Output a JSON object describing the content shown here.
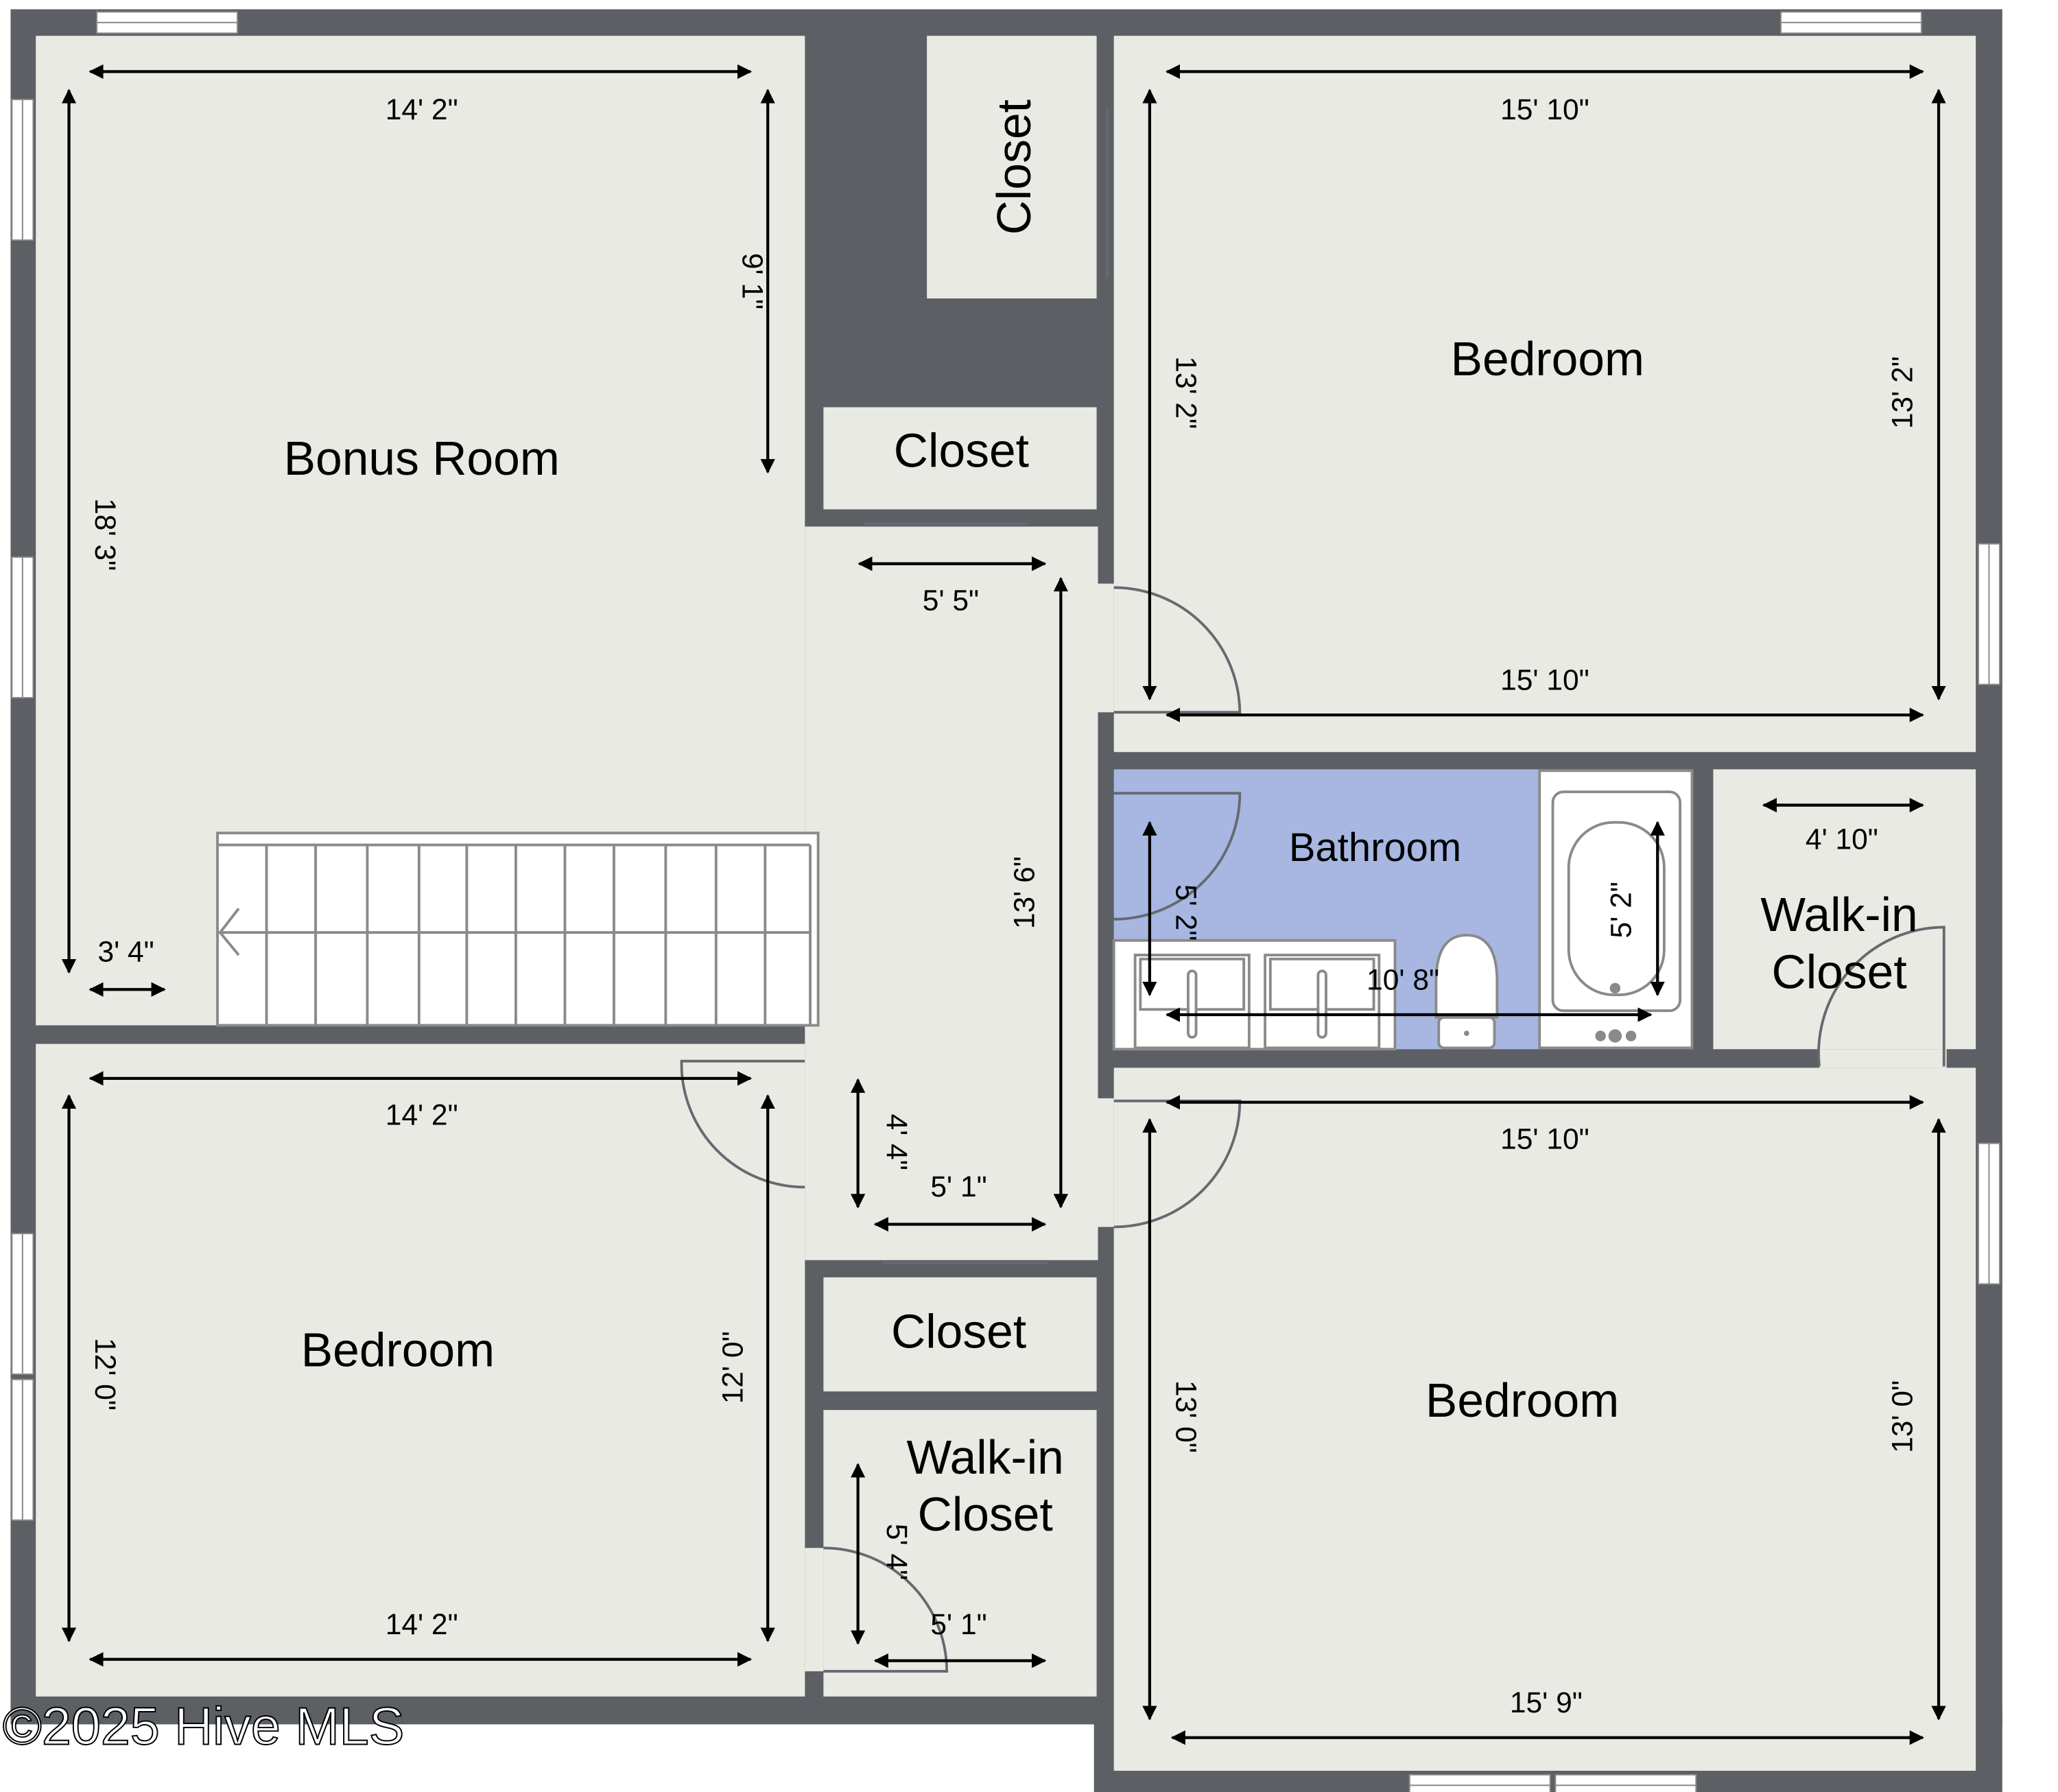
{
  "plan": {
    "watermark": "©2025 Hive MLS",
    "colors": {
      "wall": "#5c5f64",
      "floor": "#eaeae4",
      "bathroom": "#a7b7e2",
      "fixture": "#ffffff"
    },
    "rooms": {
      "bonus_room": {
        "name": "Bonus Room",
        "width_top": "14' 2\"",
        "height_left": "18' 3\"",
        "height_right": "9' 1\"",
        "stair_offset": "3' 4\""
      },
      "closet_top_vertical": {
        "name": "Closet"
      },
      "closet_top": {
        "name": "Closet",
        "width": "5' 5\""
      },
      "hallway": {
        "height": "13' 6\"",
        "width": "5' 1\"",
        "depth": "4' 4\""
      },
      "bedroom_ne": {
        "name": "Bedroom",
        "width_top": "15' 10\"",
        "width_bottom": "15' 10\"",
        "height_left": "13' 2\"",
        "height_right": "13' 2\""
      },
      "bathroom": {
        "name": "Bathroom",
        "width": "10' 8\"",
        "height_left": "5' 2\"",
        "height_tub": "5' 2\""
      },
      "walkin_closet_e": {
        "name_line1": "Walk-in",
        "name_line2": "Closet",
        "width": "4' 10\""
      },
      "bedroom_sw": {
        "name": "Bedroom",
        "width_top": "14' 2\"",
        "width_bottom": "14' 2\"",
        "height_left": "12' 0\"",
        "height_right": "12' 0\""
      },
      "closet_mid": {
        "name": "Closet"
      },
      "walkin_closet_s": {
        "name_line1": "Walk-in",
        "name_line2": "Closet",
        "width": "5' 1\"",
        "height": "5' 4\""
      },
      "bedroom_se": {
        "name": "Bedroom",
        "width_top": "15' 10\"",
        "width_bottom": "15' 9\"",
        "height_left": "13' 0\"",
        "height_right": "13' 0\""
      }
    }
  }
}
